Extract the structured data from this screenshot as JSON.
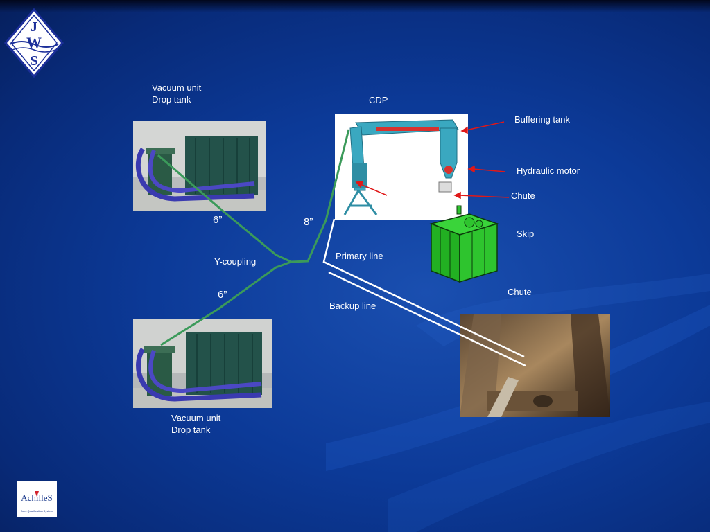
{
  "logo": {
    "letters": [
      "J",
      "W",
      "S"
    ],
    "icon": "jws-diamond-logo"
  },
  "badge": {
    "text": "AchilleS",
    "subtext": "Joint Qualification System",
    "icon": "achilles-badge"
  },
  "labels": {
    "vacuum_top": "Vacuum unit\nDrop tank",
    "vacuum_bottom": "Vacuum unit\nDrop tank",
    "cdp": "CDP",
    "buffering_tank": "Buffering tank",
    "hydraulic_motor": "Hydraulic motor",
    "chute_top": "Chute",
    "skip": "Skip",
    "chute_bottom": "Chute",
    "primary_line": "Primary line",
    "backup_line": "Backup line",
    "y_coupling": "Y-coupling",
    "size_6_top": "6”",
    "size_8": "8”",
    "size_6_bottom": "6”"
  },
  "colors": {
    "hose_green": "#3b9a5a",
    "pipe_white": "#ffffff",
    "arrow_red": "#e01818",
    "skip_green": "#2ec42e",
    "crane_teal": "#3aa8c0"
  }
}
